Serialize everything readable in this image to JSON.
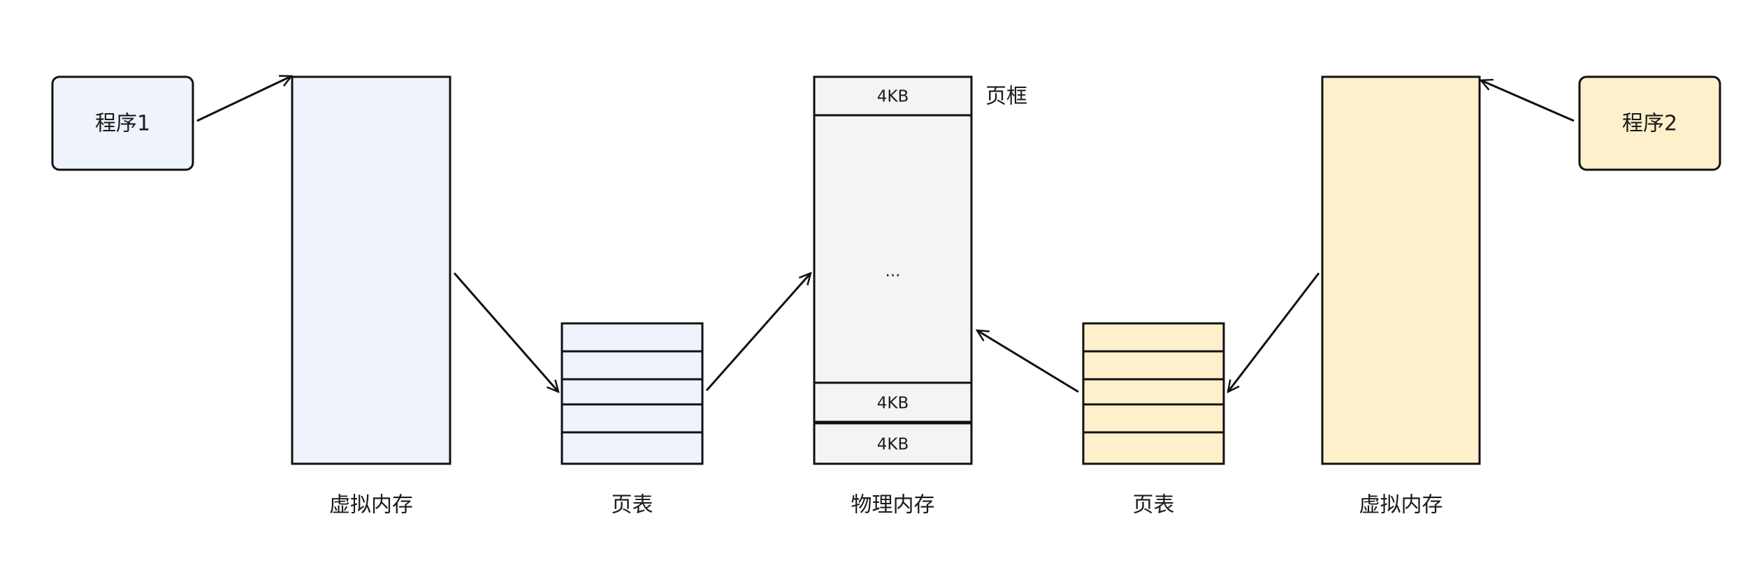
{
  "program1": {
    "label": "程序1",
    "fill": "#eef3fc"
  },
  "program2": {
    "label": "程序2",
    "fill": "#fdf0cb"
  },
  "left_virtual_memory": {
    "label": "虚拟内存",
    "fill": "#eef3fc"
  },
  "left_page_table": {
    "label": "页表",
    "fill": "#eef3fc",
    "rows": 5
  },
  "physical_memory": {
    "label": "物理内存",
    "fill": "#f4f4f4",
    "top_frame": "4KB",
    "middle": "...",
    "frame_a": "4KB",
    "frame_b": "4KB",
    "frame_caption": "页框"
  },
  "right_page_table": {
    "label": "页表",
    "fill": "#fdf0cb",
    "rows": 5
  },
  "right_virtual_memory": {
    "label": "虚拟内存",
    "fill": "#fdf0cb"
  },
  "stroke_color": "#111111"
}
